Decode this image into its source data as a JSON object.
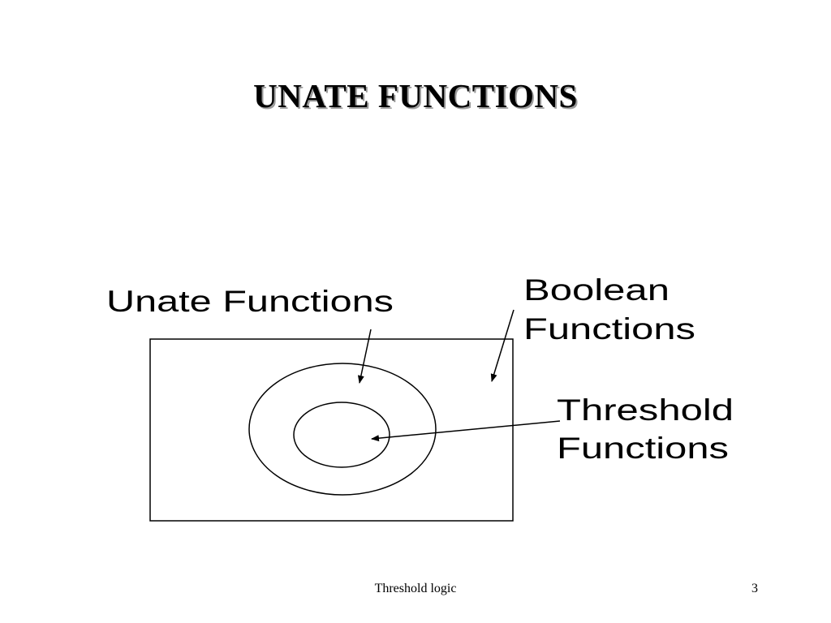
{
  "slide": {
    "title": "UNATE FUNCTIONS",
    "footer": "Threshold logic",
    "page_number": "3"
  },
  "diagram": {
    "labels": {
      "unate": "Unate Functions",
      "boolean_line1": "Boolean",
      "boolean_line2": "Functions",
      "threshold_line1": "Threshold",
      "threshold_line2": "Functions"
    },
    "colors": {
      "ink": "#000000",
      "title_shadow": "#9a9a9a",
      "background": "#ffffff"
    }
  }
}
